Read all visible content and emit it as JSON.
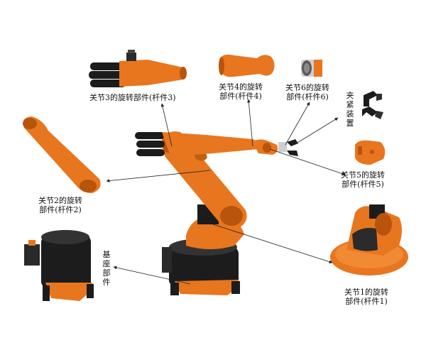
{
  "colors": {
    "orange": "#e8761e",
    "orange_dark": "#b8540c",
    "black": "#1c1c1c",
    "gray": "#4a4a4a",
    "silver": "#cfcfcf",
    "line": "#222222"
  },
  "labels": {
    "joint3": {
      "line1": "关节3的旋转部件(杆件3)"
    },
    "joint4": {
      "line1": "关节4的旋转",
      "line2": "部件(杆件4)"
    },
    "joint6": {
      "line1": "关节6的旋转",
      "line2": "部件(杆件6)"
    },
    "gripper": "夹紧装置",
    "joint5": {
      "line1": "关节5的旋转",
      "line2": "部件(杆件5)"
    },
    "joint2": {
      "line1": "关节2的旋转",
      "line2": "部件(杆件2)"
    },
    "base": "基座部件",
    "joint1": {
      "line1": "关节1的旋转",
      "line2": "部件(杆件1)"
    }
  }
}
